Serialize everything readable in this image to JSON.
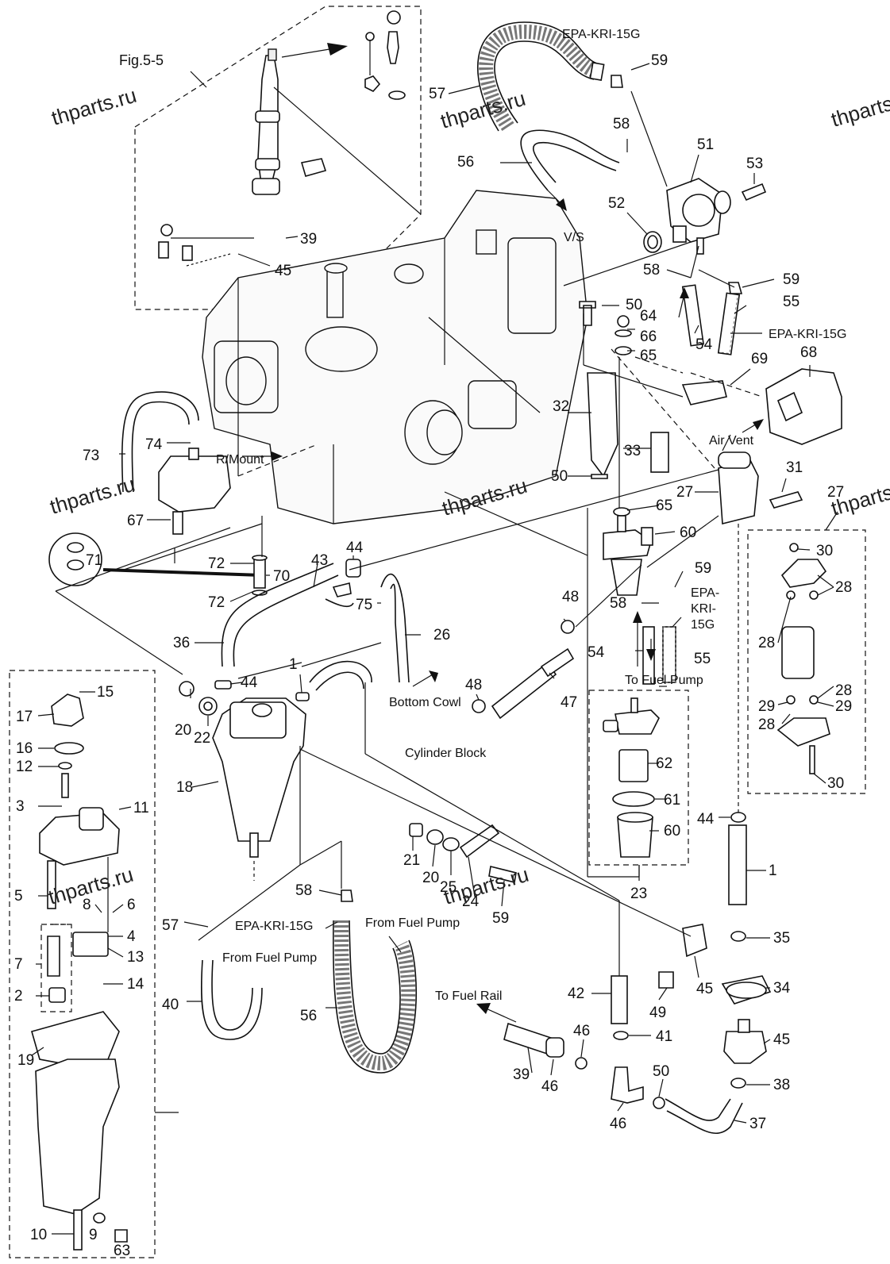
{
  "figure": {
    "ref_label": "Fig.5-5",
    "watermarks": [
      "thparts.ru",
      "thparts.ru",
      "thparts.ru",
      "thparts.ru",
      "thparts.ru",
      "thparts.ru",
      "thparts.ru",
      "thparts.ru"
    ],
    "captions": {
      "hose_spec_top": "EPA-KRI-15G",
      "hose_spec_right": "EPA-KRI-15G",
      "hose_spec_mid_a": "EPA-",
      "hose_spec_mid_b": "KRI-",
      "hose_spec_mid_c": "15G",
      "hose_spec_bottom": "EPA-KRI-15G",
      "vs": "V/S",
      "r_mount": "R/Mount",
      "air_vent": "Air Vent",
      "bottom_cowl": "Bottom Cowl",
      "cylinder_block": "Cylinder Block",
      "to_fuel_pump": "To Fuel Pump",
      "from_fuel_pump_a": "From Fuel Pump",
      "from_fuel_pump_b": "From Fuel Pump",
      "to_fuel_rail": "To Fuel Rail"
    },
    "part_labels": [
      "57",
      "59",
      "58",
      "56",
      "51",
      "53",
      "52",
      "39",
      "45",
      "58",
      "59",
      "50",
      "64",
      "66",
      "65",
      "55",
      "54",
      "69",
      "68",
      "32",
      "33",
      "50",
      "27",
      "31",
      "65",
      "60",
      "73",
      "74",
      "67",
      "71",
      "72",
      "70",
      "72",
      "43",
      "44",
      "36",
      "75",
      "26",
      "48",
      "48",
      "47",
      "59",
      "58",
      "54",
      "55",
      "27",
      "30",
      "28",
      "28",
      "28",
      "29",
      "28",
      "29",
      "30",
      "44",
      "20",
      "22",
      "44",
      "1",
      "18",
      "15",
      "17",
      "16",
      "12",
      "3",
      "11",
      "5",
      "8",
      "6",
      "4",
      "13",
      "7",
      "14",
      "2",
      "19",
      "10",
      "9",
      "63",
      "62",
      "61",
      "60",
      "23",
      "21",
      "20",
      "25",
      "24",
      "59",
      "58",
      "57",
      "56",
      "40",
      "42",
      "39",
      "46",
      "46",
      "41",
      "46",
      "50",
      "49",
      "45",
      "35",
      "34",
      "45",
      "38",
      "37",
      "1"
    ]
  }
}
